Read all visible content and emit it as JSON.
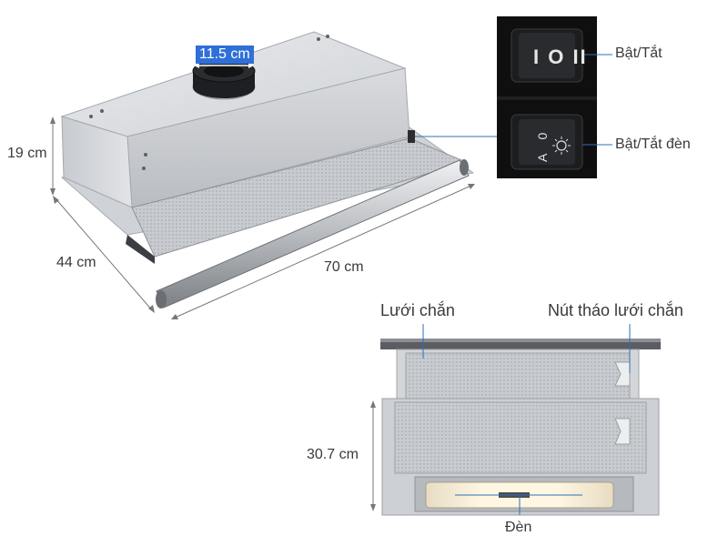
{
  "product_figure": {
    "dimensions": {
      "duct_diameter": "11.5 cm",
      "height": "19 cm",
      "depth": "44 cm",
      "width": "70 cm",
      "front_height": "30.7 cm"
    },
    "controls": {
      "power_switch": "Bật/Tắt",
      "light_switch": "Bật/Tắt đèn",
      "power_switch_symbol": "I O II",
      "light_switch_symbol": "A 0"
    },
    "parts": {
      "filter": "Lưới chắn",
      "filter_release": "Nút tháo lưới chắn",
      "light": "Đèn"
    }
  },
  "colors": {
    "accent_line": "#2e6fb8",
    "badge": "#2f6fd8",
    "steel": "#c9ccd0",
    "switch_panel": "#111111"
  }
}
